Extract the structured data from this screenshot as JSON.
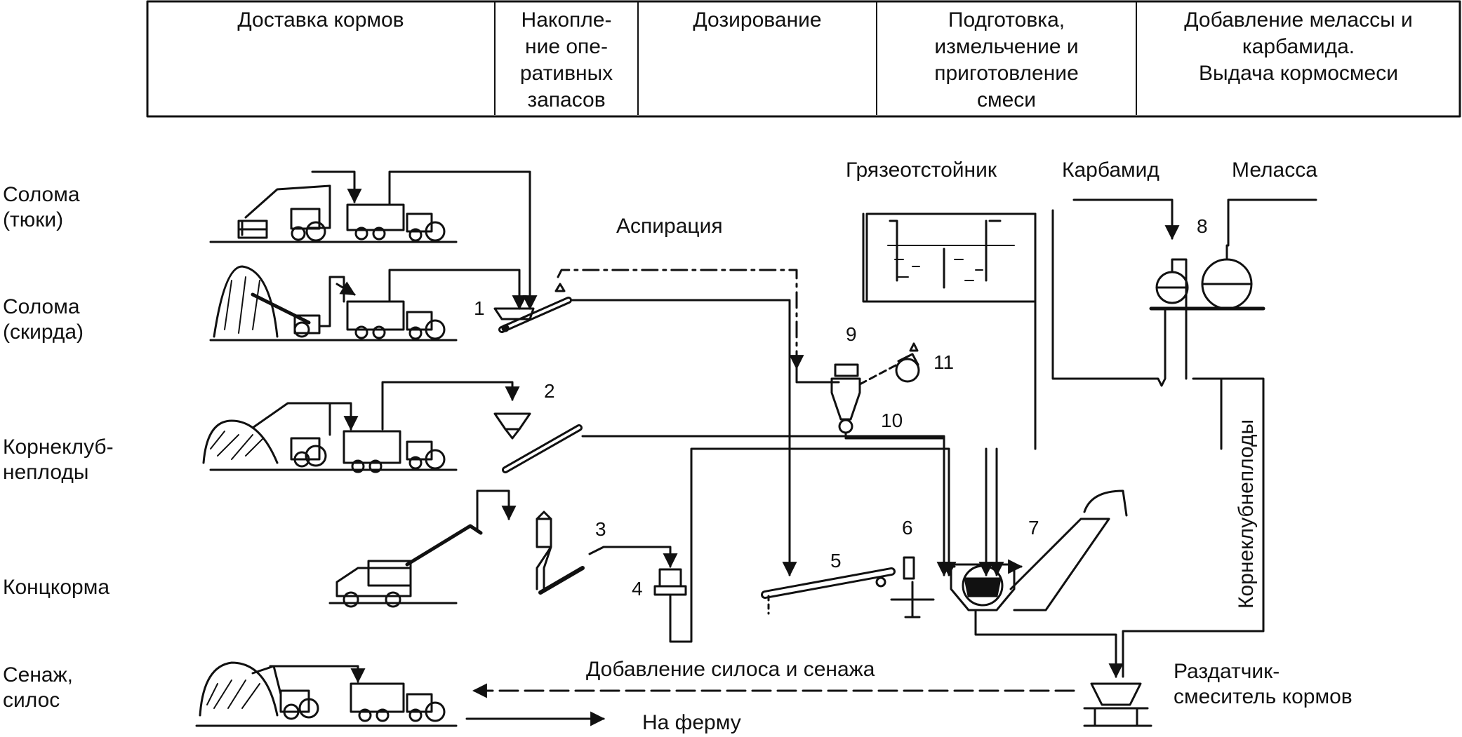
{
  "header": {
    "stages": [
      "Доставка кормов",
      "Накопле-\nние опе-\nративных\nзапасов",
      "Дозирование",
      "Подготовка,\nизмельчение и\nприготовление\nсмеси",
      "Добавление мелассы и\nкарбамида.\nВыдача кормосмеси"
    ]
  },
  "feeds": {
    "straw_bales": "Солома\n(тюки)",
    "straw_stack": "Солома\n(скирда)",
    "roots": "Корнеклуб-\nнеплоды",
    "concentrates": "Концкорма",
    "silage": "Сенаж,\nсилос"
  },
  "labels": {
    "aspiration": "Аспирация",
    "mud_settler": "Грязеотстойник",
    "urea": "Карбамид",
    "molasses": "Меласса",
    "roots_vertical": "Корнеклубнеплоды",
    "add_silage": "Добавление силоса и сенажа",
    "to_farm": "На ферму",
    "distributor": "Раздатчик-\nсмеситель кормов"
  },
  "numbers": [
    "1",
    "2",
    "3",
    "4",
    "5",
    "6",
    "7",
    "8",
    "9",
    "10",
    "11"
  ],
  "colors": {
    "ink": "#111111",
    "background": "#ffffff"
  }
}
